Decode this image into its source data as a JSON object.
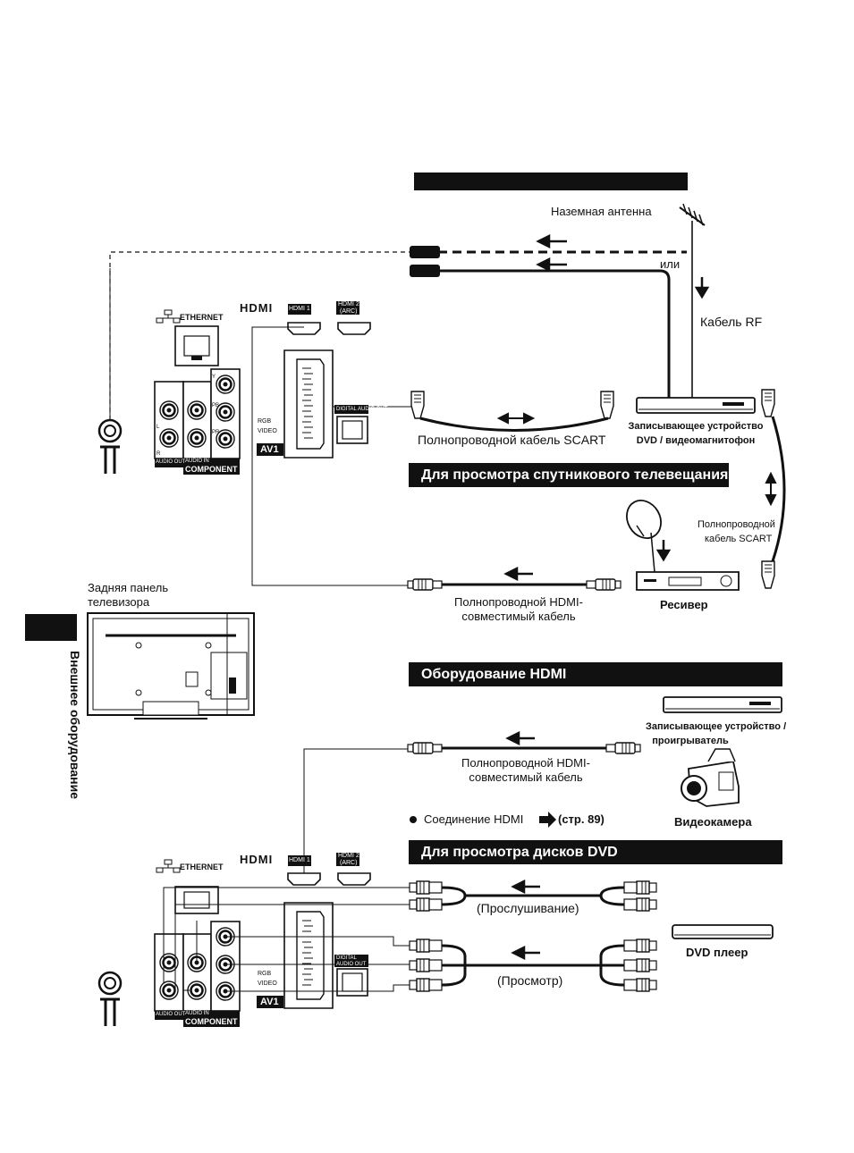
{
  "sections": {
    "terrestrial_title": "",
    "satellite_title": "Для просмотра спутникового телевещания",
    "hdmi_title": "Оборудование HDMI",
    "dvd_title": "Для просмотра дисков DVD"
  },
  "labels": {
    "antenna": "Наземная антенна",
    "or": "или",
    "rf_cable": "Кабель RF",
    "scart_cable": "Полнопроводной кабель SCART",
    "recorder_line1": "Записывающее устройство",
    "recorder_line2": "DVD / видеомагнитофон",
    "scart_cable_v_line1": "Полнопроводной",
    "scart_cable_v_line2": "кабель SCART",
    "hdmi_cable1_line1": "Полнопроводной HDMI-",
    "hdmi_cable1_line2": "совместимый кабель",
    "receiver": "Ресивер",
    "tv_back_line1": "Задняя панель",
    "tv_back_line2": "телевизора",
    "side_tab": "Внешнее оборудование",
    "hdmi_rec_line1": "Записывающее устройство /",
    "hdmi_rec_line2": "проигрыватель",
    "hdmi_cable2_line1": "Полнопроводной HDMI-",
    "hdmi_cable2_line2": "совместимый кабель",
    "hdmi_connection": "Соединение HDMI",
    "hdmi_page_ref": "(стр. 89)",
    "camcorder": "Видеокамера",
    "listening": "(Прослушивание)",
    "viewing": "(Просмотр)",
    "dvd_player": "DVD плеер"
  },
  "panel": {
    "ethernet": "ETHERNET",
    "hdmi_logo": "HDMI",
    "hdmi1": "HDMI 1",
    "hdmi2_line1": "HDMI 2",
    "hdmi2_line2": "(ARC)",
    "av1": "AV1",
    "rgb": "RGB",
    "video": "VIDEO",
    "audio_out": "AUDIO OUT",
    "audio_in": "AUDIO IN",
    "component": "COMPONENT",
    "digital_audio_out": "DIGITAL AUDIO OUT",
    "y": "Y",
    "pb": "PB",
    "pr": "PR",
    "l": "L",
    "r": "R"
  },
  "icons": {
    "antenna": "tv-antenna-icon",
    "arrow_left": "arrow-left-icon",
    "arrow_right": "arrow-right-icon",
    "arrow_down": "arrow-down-icon",
    "double_arrow": "double-arrow-icon",
    "hdmi_arrow": "thick-arrow-right-icon",
    "bullet": "bullet-icon",
    "satellite_dish": "satellite-dish-icon",
    "camcorder": "camcorder-icon"
  }
}
